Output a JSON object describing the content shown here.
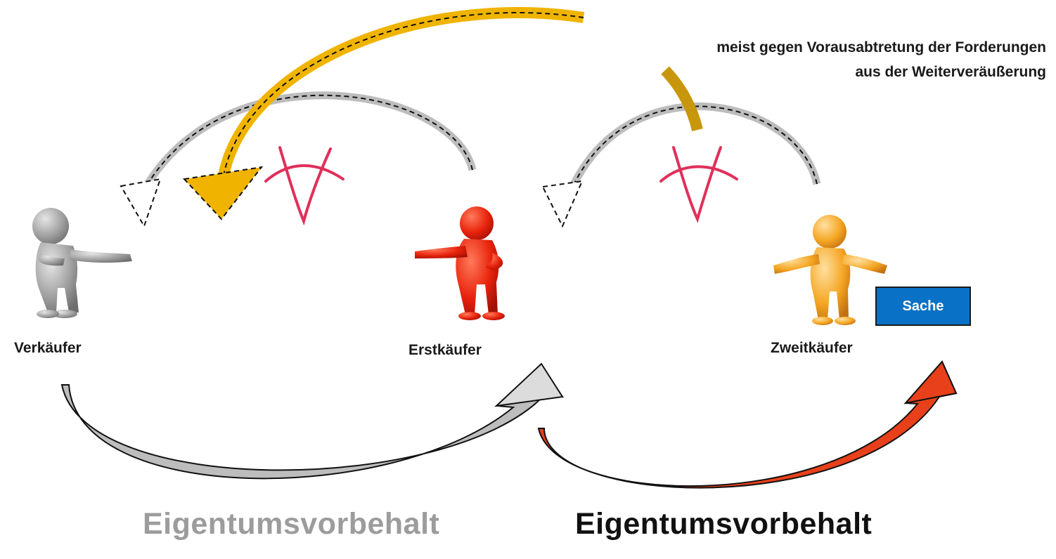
{
  "labels": {
    "seller": "Verkäufer",
    "first_buyer": "Erstkäufer",
    "second_buyer": "Zweitkäufer"
  },
  "note": {
    "line1": "meist gegen Vorausabtretung der Forderungen",
    "line2": "aus der Weiterveräußerung"
  },
  "item_box": {
    "label": "Sache"
  },
  "bottom_labels": {
    "left": "Eigentumsvorbehalt",
    "right": "Eigentumsvorbehalt"
  },
  "colors": {
    "seller_figure": "#9e9e9e",
    "first_buyer_figure": "#e8230c",
    "second_buyer_figure": "#f5a623",
    "gold_arrow": "#f0b400",
    "dark_gold_arrow": "#c8960a",
    "red_mark": "#e0305a",
    "gray_arrow": "#bdbdbd",
    "red_arrow": "#e8401a",
    "sache_box": "#0a72c6",
    "left_label_gray": "#9c9c9c"
  }
}
